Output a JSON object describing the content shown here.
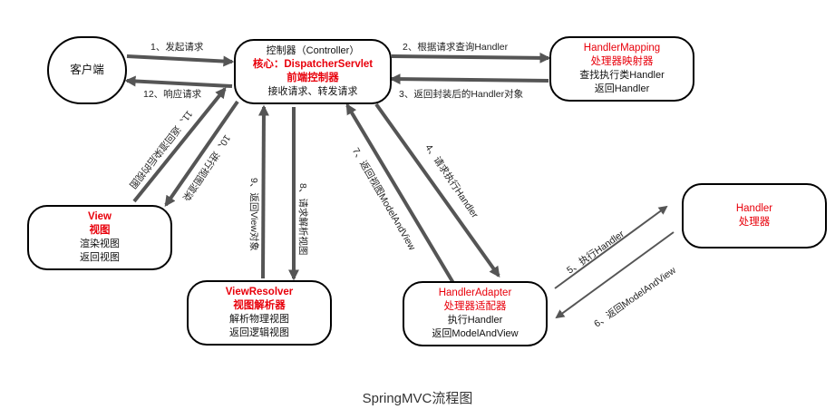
{
  "nodes": {
    "client": {
      "label": "客户端"
    },
    "controller": {
      "line1": "控制器（Controller）",
      "line2": "核心：DispatcherServlet",
      "line3": "前端控制器",
      "line4": "接收请求、转发请求"
    },
    "mapping": {
      "line1": "HandlerMapping",
      "line2": "处理器映射器",
      "line3": "查找执行类Handler",
      "line4": "返回Handler"
    },
    "handler": {
      "line1": "Handler",
      "line2": "处理器"
    },
    "adapter": {
      "line1": "HandlerAdapter",
      "line2": "处理器适配器",
      "line3": "执行Handler",
      "line4": "返回ModelAndView"
    },
    "resolver": {
      "line1": "ViewResolver",
      "line2": "视图解析器",
      "line3": "解析物理视图",
      "line4": "返回逻辑视图"
    },
    "view": {
      "line1": "View",
      "line2": "视图",
      "line3": "渲染视图",
      "line4": "返回视图"
    }
  },
  "edges": {
    "e1": "1、发起请求",
    "e2": "2、根据请求查询Handler",
    "e3": "3、返回封装后的Handler对象",
    "e4": "4、请求执行Handler",
    "e5": "5、执行Handler",
    "e6": "6、返回ModelAndView",
    "e7": "7、返回视图ModelAndView",
    "e8": "8、请求解析视图",
    "e9": "9、返回View对象",
    "e10": "10、进行视图渲染",
    "e11": "11、返回渲染后的视图",
    "e12": "12、响应请求"
  },
  "caption": "SpringMVC流程图"
}
